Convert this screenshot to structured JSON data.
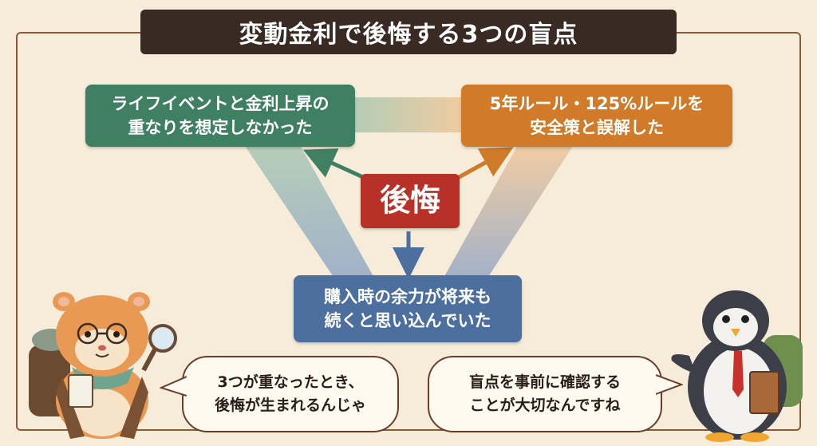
{
  "title": "変動金利で後悔する3つの盲点",
  "center": {
    "label": "後悔"
  },
  "nodes": {
    "top_left": {
      "line1": "ライフイベントと金利上昇の",
      "line2": "重なりを想定しなかった"
    },
    "top_right": {
      "line1": "5年ルール・125%ルールを",
      "line2": "安全策と誤解した"
    },
    "bottom": {
      "line1": "購入時の余力が将来も",
      "line2": "続くと思い込んでいた"
    }
  },
  "bubbles": {
    "left": {
      "line1": "3つが重なったとき、",
      "line2": "後悔が生まれるんじゃ"
    },
    "right": {
      "line1": "盲点を事前に確認する",
      "line2": "ことが大切なんですね"
    }
  },
  "colors": {
    "green": "#3f7f62",
    "orange": "#d07a2a",
    "blue": "#4d6fa0",
    "red": "#b83128",
    "title_bg": "#3a2a24",
    "background": "#f6ecd9"
  },
  "characters": {
    "left": "hamster-explorer",
    "right": "penguin-businessman"
  }
}
